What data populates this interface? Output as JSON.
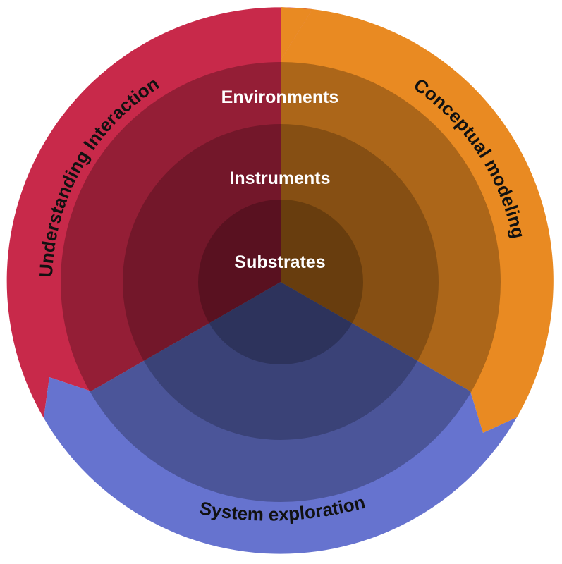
{
  "colors": {
    "red": "#c8294a",
    "orange": "#e98a22",
    "blue": "#6673cf"
  },
  "rings": [
    {
      "label": "Environments"
    },
    {
      "label": "Instruments"
    },
    {
      "label": "Substrates"
    }
  ],
  "arcs": [
    {
      "label": "Understanding Interaction"
    },
    {
      "label": "Conceptual modeling"
    },
    {
      "label": "System exploration"
    }
  ]
}
